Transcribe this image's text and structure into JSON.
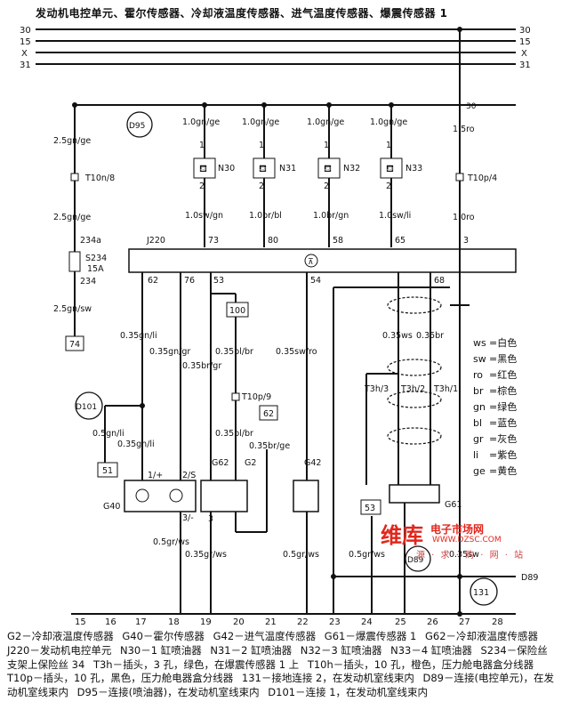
{
  "title": "发动机电控单元、霍尔传感器、冷却液温度传感器、进气温度传感器、爆震传感器 1",
  "rails": [
    "30",
    "15",
    "X",
    "31"
  ],
  "top_nodes": {
    "d95": "D95",
    "t30": "30"
  },
  "left_feed": {
    "wire1": "2.5gn/ge",
    "conn": "T10n/8",
    "wire2": "2.5gn/ge",
    "pin_a": "234a",
    "fuse": "S234",
    "fuse_rating": "15A",
    "pin_b": "234",
    "wire3": "2.5gn/sw",
    "box": "74"
  },
  "injectors": [
    {
      "wire_in": "1.0gn/ge",
      "name": "N30",
      "wire_out": "1.0sw/gn",
      "pin": "73"
    },
    {
      "wire_in": "1.0gn/ge",
      "name": "N31",
      "wire_out": "1.0br/bl",
      "pin": "80"
    },
    {
      "wire_in": "1.0gn/ge",
      "name": "N32",
      "wire_out": "1.0br/gn",
      "pin": "58"
    },
    {
      "wire_in": "1.0gn/ge",
      "name": "N33",
      "wire_out": "1.0sw/li",
      "pin": "65"
    }
  ],
  "right_feed": {
    "wire1": "1.5ro",
    "conn": "T10p/4",
    "wire2": "1.0ro",
    "pin": "3"
  },
  "ecu": {
    "name": "J220",
    "bottom_pins": [
      "62",
      "76",
      "53",
      "54",
      "68"
    ]
  },
  "box_100": "100",
  "t10p9": "T10p/9",
  "box_62": "62",
  "box_51": "51",
  "box_53": "53",
  "d101": "D101",
  "d89_node": "D89",
  "d89_line": "D89",
  "ground_node": "131",
  "wires": {
    "w62": "0.35gn/li",
    "w76": "0.35gn/gr",
    "w53a": "0.35br/gr",
    "w53b": "0.35bl/br",
    "w54": "0.35sw/ro",
    "w_d101": "0.5gn/li",
    "w_g40": "0.35gn/li",
    "w_bl_br": "0.35bl/br",
    "w_br_ge": "0.35br/ge",
    "w_ws": "0.35ws",
    "w_br": "0.35br",
    "w_g40_gnd": "0.5gr/ws",
    "w_g62_gnd": "0.35gr/ws",
    "w_g42_gnd": "0.5gr/ws",
    "w_53_gnd": "0.5gr/ws",
    "w_sw": "0.35sw"
  },
  "t3h": [
    "T3h/3",
    "T3h/2",
    "T3h/1"
  ],
  "components": {
    "g40": "G40",
    "g62": "G62",
    "g2": "G2",
    "g42": "G42",
    "g61": "G61"
  },
  "g40_pins": [
    "1/+",
    "2/S",
    "3/-"
  ],
  "legend": [
    {
      "code": "ws",
      "color": "=白色"
    },
    {
      "code": "sw",
      "color": "=黑色"
    },
    {
      "code": "ro",
      "color": "=红色"
    },
    {
      "code": "br",
      "color": "=棕色"
    },
    {
      "code": "gn",
      "color": "=绿色"
    },
    {
      "code": "bl",
      "color": "=蓝色"
    },
    {
      "code": "gr",
      "color": "=灰色"
    },
    {
      "code": "li",
      "color": "=紫色"
    },
    {
      "code": "ge",
      "color": "=黄色"
    }
  ],
  "bottom_numbers": [
    "15",
    "16",
    "17",
    "18",
    "19",
    "20",
    "21",
    "22",
    "23",
    "24",
    "25",
    "26",
    "27",
    "28"
  ],
  "watermark": {
    "logo": "维库",
    "sub": "电子市场网",
    "url": "WWW.DZSC.COM",
    "mid": "源 · 求 · 购 · 网 · 站"
  },
  "caption": [
    "G2－冷却液温度传感器",
    "G40－霍尔传感器",
    "G42－进气温度传感器",
    "G61－爆震传感器 1",
    "G62－冷却液温度传感器",
    "J220－发动机电控单元",
    "N30－1 缸喷油器",
    "N31－2 缸喷油器",
    "N32－3 缸喷油器",
    "N33－4 缸喷油器",
    "S234－保险丝支架上保险丝 34",
    "T3h－插头，3 孔，绿色，在爆震传感器 1 上",
    "T10h－插头，10 孔，橙色，压力舱电器盒分线器",
    "T10p－插头，10 孔，黑色，压力舱电器盒分线器",
    "131－接地连接 2，在发动机室线束内",
    "D89－连接(电控单元)，在发动机室线束内",
    "D95－连接(喷油器)，在发动机室线束内",
    "D101－连接 1，在发动机室线束内"
  ]
}
